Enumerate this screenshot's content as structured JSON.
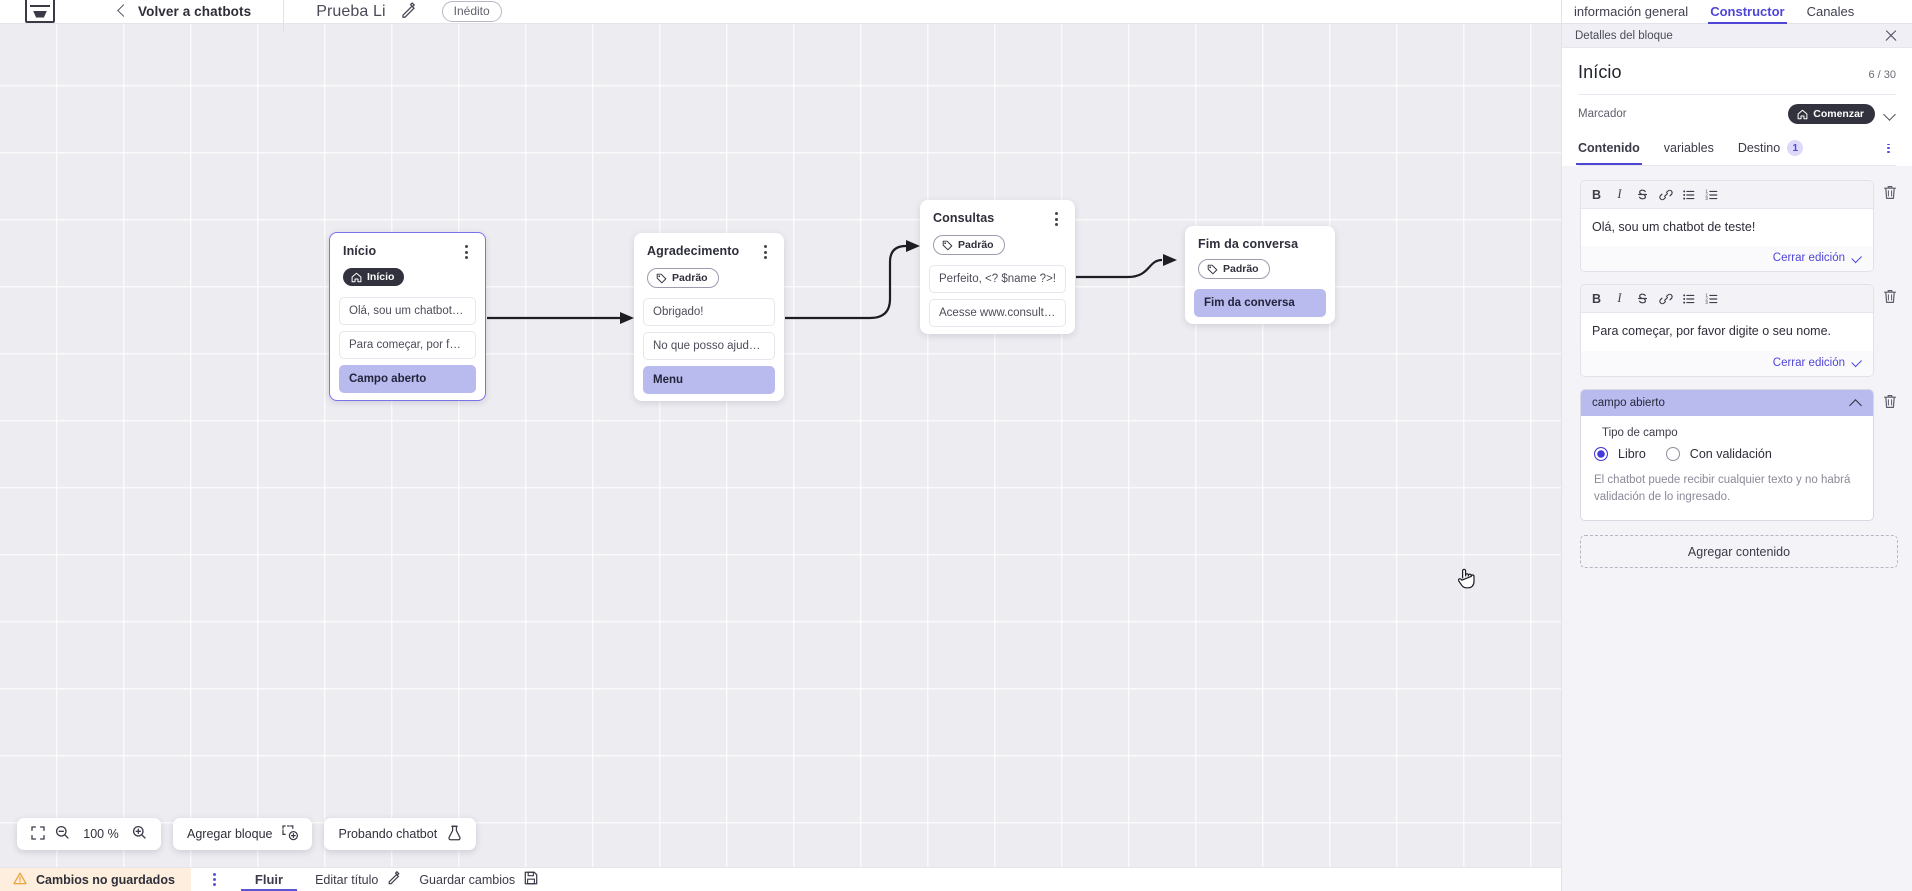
{
  "topbar": {
    "logo_icon": "vtex-logo-icon",
    "back_label": "Volver a chatbots",
    "back_icon": "chevron-left-icon",
    "bot_title": "Prueba Li",
    "edit_icon": "pencil-icon",
    "status_badge": "Inédito"
  },
  "canvas": {
    "nodes": [
      {
        "title": "Início",
        "tag": "Início",
        "tag_icon": "home-icon",
        "tag_style": "dark",
        "selected": true,
        "menu_icon": "kebab-menu-icon",
        "chips": [
          {
            "text": "Olá, sou um chatbot de teste!",
            "accent": false
          },
          {
            "text": "Para começar, por favor digite o ...",
            "accent": false
          },
          {
            "text": "Campo aberto",
            "accent": true
          }
        ]
      },
      {
        "title": "Agradecimento",
        "tag": "Padrão",
        "tag_icon": "tag-icon",
        "tag_style": "light",
        "selected": false,
        "menu_icon": "kebab-menu-icon",
        "chips": [
          {
            "text": "Obrigado!",
            "accent": false
          },
          {
            "text": "No que posso ajudar, <? $name ...",
            "accent": false
          },
          {
            "text": "Menu",
            "accent": true
          }
        ]
      },
      {
        "title": "Consultas",
        "tag": "Padrão",
        "tag_icon": "tag-icon",
        "tag_style": "light",
        "selected": false,
        "menu_icon": "kebab-menu-icon",
        "chips": [
          {
            "text": "Perfeito, <? $name ?>!",
            "accent": false
          },
          {
            "text": "Acesse www.consultas.com par...",
            "accent": false
          }
        ]
      },
      {
        "title": "Fim da conversa",
        "tag": "Padrão",
        "tag_icon": "tag-icon",
        "tag_style": "light",
        "selected": false,
        "menu_icon": null,
        "chips": [
          {
            "text": "Fim da conversa",
            "accent": true
          }
        ]
      }
    ]
  },
  "float_tools": {
    "fit_icon": "fit-screen-icon",
    "zoom_out_icon": "zoom-out-icon",
    "zoom_level": "100 %",
    "zoom_in_icon": "zoom-in-icon",
    "add_block_label": "Agregar bloque",
    "add_block_icon": "add-block-icon",
    "test_bot_label": "Probando chatbot",
    "test_bot_icon": "flask-icon"
  },
  "statusbar": {
    "unsaved_label": "Cambios no guardados",
    "warning_icon": "warning-triangle-icon",
    "menu_icon": "kebab-menu-icon",
    "flow_tab": "Fluir",
    "edit_title_label": "Editar título",
    "edit_title_icon": "pencil-icon",
    "save_label": "Guardar cambios",
    "save_icon": "floppy-disk-icon"
  },
  "panel": {
    "tabs": [
      {
        "label": "información general",
        "active": false
      },
      {
        "label": "Constructor",
        "active": true
      },
      {
        "label": "Canales",
        "active": false
      }
    ],
    "subheader": "Detalles del bloque",
    "close_icon": "close-icon",
    "block_title": "Início",
    "char_count": "6 / 30",
    "marker_label": "Marcador",
    "marker_value": "Comenzar",
    "marker_icon": "home-icon",
    "marker_chevron_icon": "chevron-down-icon",
    "inner_tabs": [
      {
        "label": "Contenido",
        "active": true,
        "badge": null
      },
      {
        "label": "variables",
        "active": false,
        "badge": null
      },
      {
        "label": "Destino",
        "active": false,
        "badge": "1"
      }
    ],
    "inner_menu_icon": "kebab-menu-icon",
    "editor_toolbar": [
      {
        "icon": "bold-icon",
        "glyph": "B"
      },
      {
        "icon": "italic-icon",
        "glyph": "I"
      },
      {
        "icon": "strikethrough-icon",
        "glyph": "S"
      },
      {
        "icon": "link-icon",
        "glyph": "&"
      },
      {
        "icon": "bullet-list-icon",
        "glyph": "≡"
      },
      {
        "icon": "numbered-list-icon",
        "glyph": "≡"
      }
    ],
    "editors": [
      {
        "text": "Olá, sou um chatbot de teste!",
        "close_label": "Cerrar edición",
        "delete_icon": "trash-icon"
      },
      {
        "text": "Para começar, por favor digite o seu nome.",
        "close_label": "Cerrar edición",
        "delete_icon": "trash-icon"
      }
    ],
    "field_block": {
      "header": "campo abierto",
      "collapse_icon": "chevron-up-icon",
      "delete_icon": "trash-icon",
      "type_label": "Tipo de campo",
      "options": [
        {
          "label": "Libro",
          "selected": true
        },
        {
          "label": "Con validación",
          "selected": false
        }
      ],
      "help_text": "El chatbot puede recibir cualquier texto y no habrá validación de lo ingresado."
    },
    "add_content_label": "Agregar contenido"
  },
  "colors": {
    "accent": "#4f46d6",
    "node_accent": "#b9bbef",
    "canvas_bg": "#ececf1",
    "unsaved_bg": "#fdeedd"
  }
}
